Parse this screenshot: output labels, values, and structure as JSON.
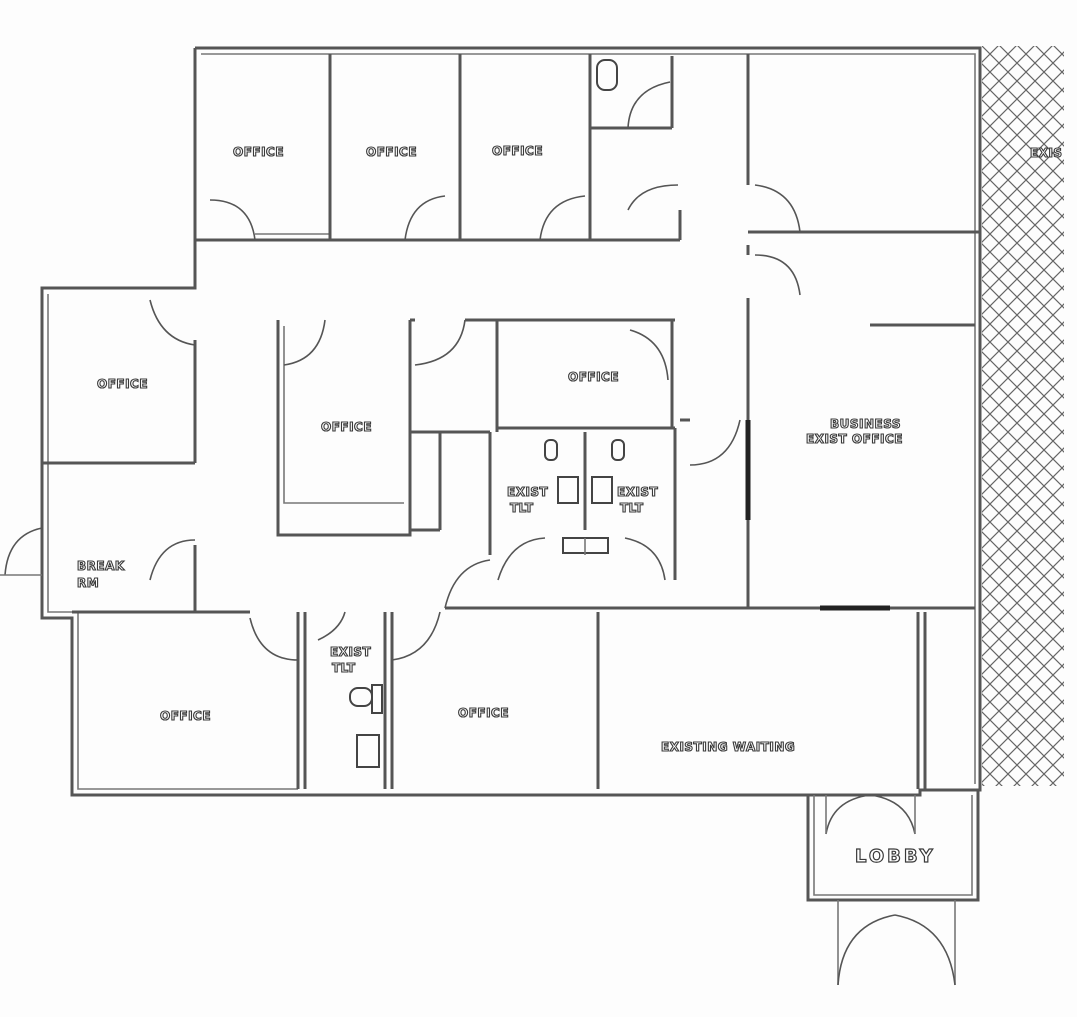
{
  "rooms": {
    "office_top_1": "OFFICE",
    "office_top_2": "OFFICE",
    "office_top_3": "OFFICE",
    "office_left": "OFFICE",
    "office_center": "OFFICE",
    "office_center_right": "OFFICE",
    "break_line1": "BREAK",
    "break_line2": "RM",
    "business_line1": "BUSINESS",
    "business_line2": "EXIST OFFICE",
    "toilet_left_line1": "EXIST",
    "toilet_left_line2": "TLT",
    "toilet_right_line1": "EXIST",
    "toilet_right_line2": "TLT",
    "toilet_bottom_line1": "EXIST",
    "toilet_bottom_line2": "TLT",
    "office_bottom_left": "OFFICE",
    "office_bottom_mid": "OFFICE",
    "waiting": "EXISTING WAITING",
    "lobby": "LOBBY",
    "exterior_partial": "EXIS"
  }
}
